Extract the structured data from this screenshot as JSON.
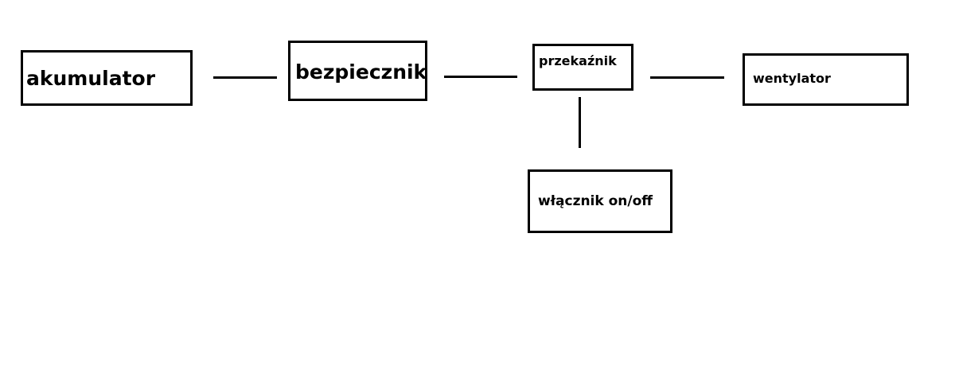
{
  "diagram": {
    "nodes": [
      {
        "id": "akumulator",
        "label": "akumulator"
      },
      {
        "id": "bezpiecznik",
        "label": "bezpiecznik"
      },
      {
        "id": "przekaznik",
        "label": "przekaźnik"
      },
      {
        "id": "wentylator",
        "label": "wentylator"
      },
      {
        "id": "wlacznik",
        "label": "włącznik on/off"
      }
    ],
    "edges": [
      {
        "from": "akumulator",
        "to": "bezpiecznik"
      },
      {
        "from": "bezpiecznik",
        "to": "przekaznik"
      },
      {
        "from": "przekaznik",
        "to": "wentylator"
      },
      {
        "from": "przekaznik",
        "to": "wlacznik"
      }
    ]
  }
}
